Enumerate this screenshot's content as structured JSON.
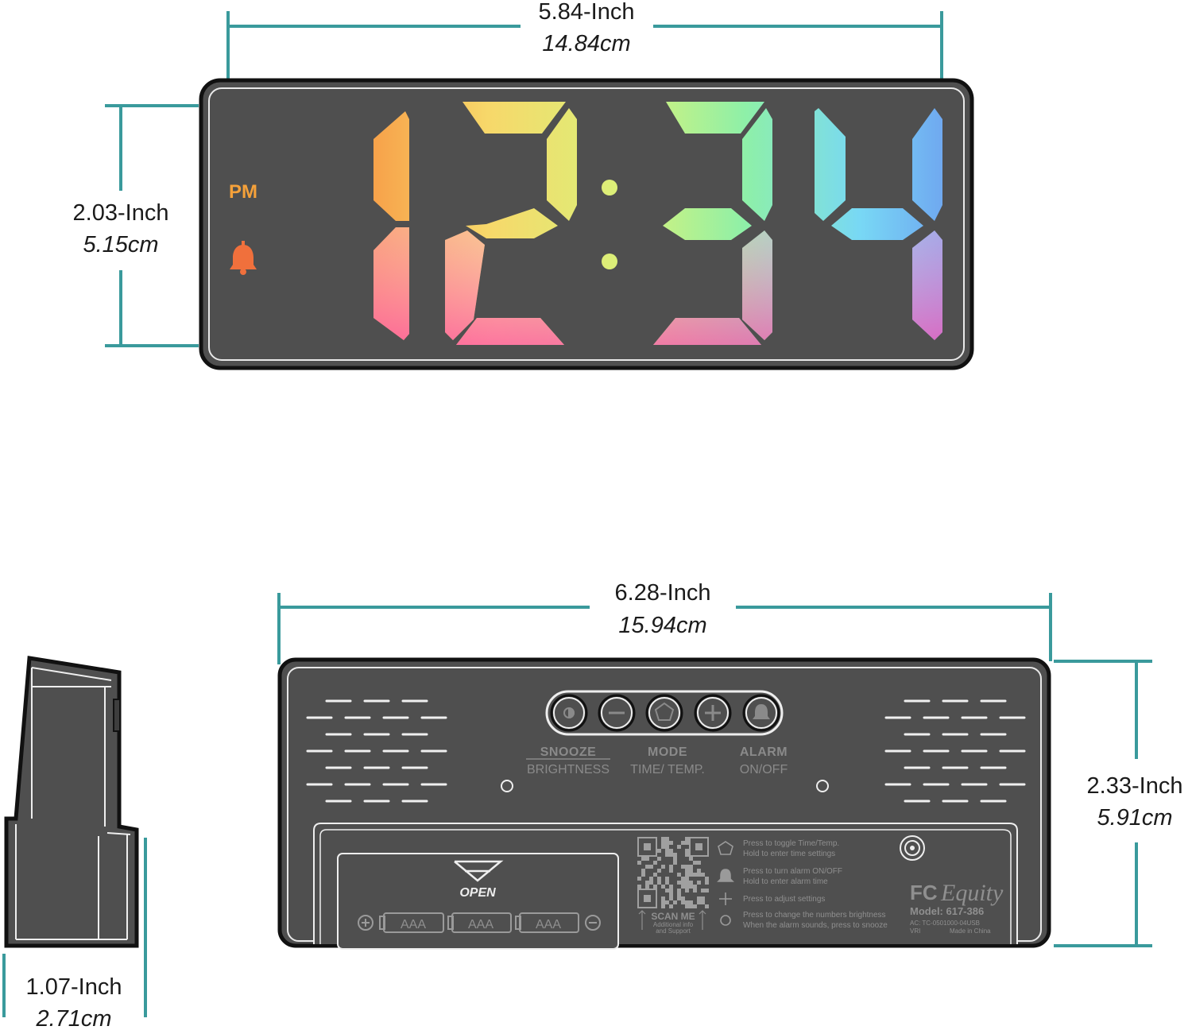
{
  "colors": {
    "dimension_line": "#3a9a9c",
    "body": "#4f4f4f",
    "outline": "#111111",
    "pm_indicator": "#f5a13a",
    "alarm_bell": "#f0703c"
  },
  "front_view": {
    "width_inch": "5.84-Inch",
    "width_cm": "14.84cm",
    "height_inch": "2.03-Inch",
    "height_cm": "5.15cm",
    "pm_label": "PM",
    "digits": [
      "1",
      "2",
      "3",
      "4"
    ],
    "display_icons": [
      "bell-icon"
    ]
  },
  "back_view": {
    "width_inch": "6.28-Inch",
    "width_cm": "15.94cm",
    "height_inch": "2.33-Inch",
    "height_cm": "5.91cm",
    "buttons": [
      {
        "icon": "brightness-icon"
      },
      {
        "icon": "minus-icon"
      },
      {
        "icon": "mode-icon"
      },
      {
        "icon": "plus-icon"
      },
      {
        "icon": "bell-icon"
      }
    ],
    "button_labels": {
      "snooze": "SNOOZE",
      "brightness": "BRIGHTNESS",
      "mode": "MODE",
      "time_temp": "TIME/ TEMP.",
      "alarm": "ALARM",
      "on_off": "ON/OFF"
    },
    "battery": {
      "open_label": "OPEN",
      "cells": [
        "AAA",
        "AAA",
        "AAA"
      ]
    },
    "qr": {
      "scan_label": "SCAN ME",
      "info_line1": "Additional info",
      "info_line2": "and Support"
    },
    "instructions": [
      {
        "icon": "mode-icon",
        "line1": "Press to toggle Time/Temp.",
        "line2": "Hold to enter time settings"
      },
      {
        "icon": "bell-icon",
        "line1": "Press to turn alarm ON/OFF",
        "line2": "Hold to enter alarm time"
      },
      {
        "icon": "plus-minus-icon",
        "line1": "Press to adjust settings",
        "line2": ""
      },
      {
        "icon": "brightness-icon",
        "line1": "Press to change the numbers brightness",
        "line2": "When the alarm sounds, press to snooze"
      }
    ],
    "brand": {
      "fcc": "FC",
      "name": "Equity",
      "model": "Model: 617-386",
      "ac": "AC: TC-0501000-04USB",
      "vr": "VRI",
      "made_in": "Made in China"
    }
  },
  "side_view": {
    "depth_inch": "1.07-Inch",
    "depth_cm": "2.71cm"
  }
}
